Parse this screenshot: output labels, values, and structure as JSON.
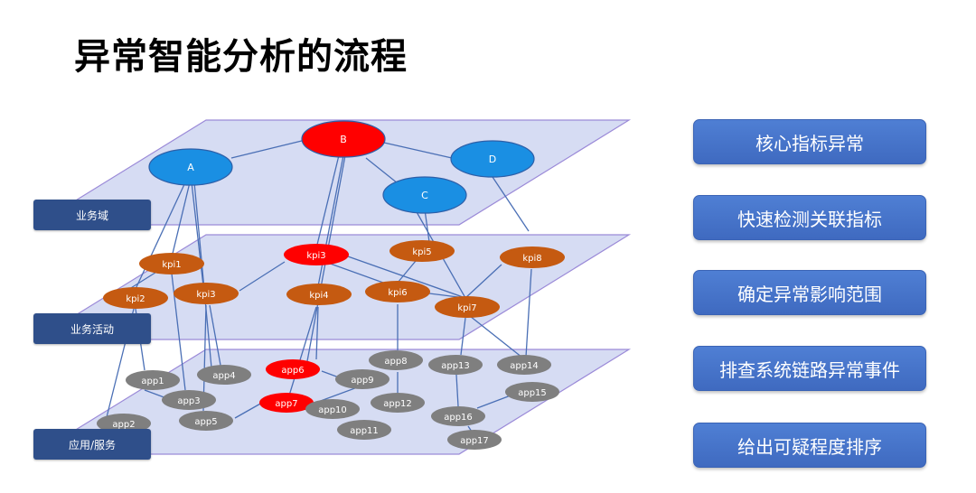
{
  "title": "异常智能分析的流程",
  "layers": {
    "business_domain": "业务域",
    "business_activity": "业务活动",
    "application_service": "应用/服务"
  },
  "domain_nodes": {
    "A": "A",
    "B": "B",
    "C": "C",
    "D": "D"
  },
  "kpi_nodes": {
    "kpi1": "kpi1",
    "kpi2": "kpi2",
    "kpi3": "kpi3",
    "kpi3b": "kpi3",
    "kpi4": "kpi4",
    "kpi5": "kpi5",
    "kpi6": "kpi6",
    "kpi7": "kpi7",
    "kpi8": "kpi8"
  },
  "app_nodes": {
    "app1": "app1",
    "app2": "app2",
    "app3": "app3",
    "app4": "app4",
    "app5": "app5",
    "app6": "app6",
    "app7": "app7",
    "app8": "app8",
    "app9": "app9",
    "app10": "app10",
    "app11": "app11",
    "app12": "app12",
    "app13": "app13",
    "app14": "app14",
    "app15": "app15",
    "app16": "app16",
    "app17": "app17"
  },
  "steps": [
    "核心指标异常",
    "快速检测关联指标",
    "确定异常影响范围",
    "排查系统链路异常事件",
    "给出可疑程度排序"
  ],
  "colors": {
    "plane_fill": "#d6dcf3",
    "plane_stroke": "#9b8ad8",
    "domain_node": "#1a8fe3",
    "kpi_node": "#c55a11",
    "app_node": "#7f7f7f",
    "anomaly_node": "#ff0000",
    "edge": "#4a6fb5",
    "step_button": "#4472c4",
    "layer_label": "#2f4f8a"
  }
}
